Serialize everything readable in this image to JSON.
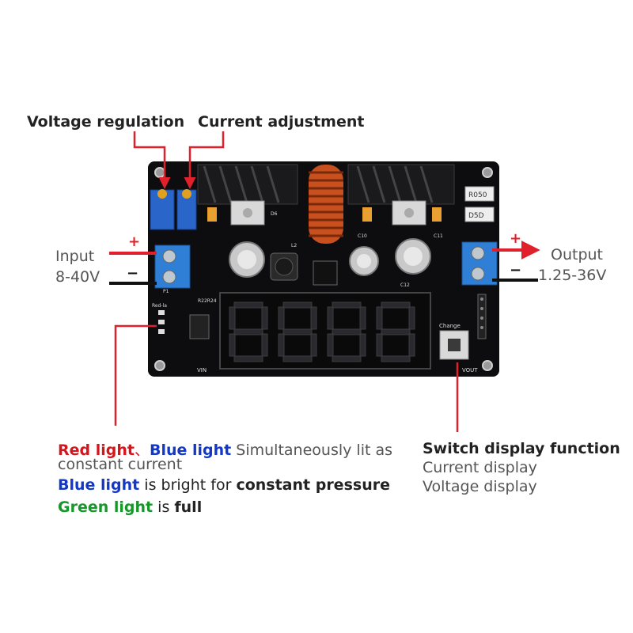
{
  "callouts": {
    "voltage_regulation": "Voltage regulation",
    "current_adjustment": "Current adjustment"
  },
  "input": {
    "label": "Input",
    "range": "8-40V",
    "plus": "+",
    "minus": "−"
  },
  "output": {
    "label": "Output",
    "range": "1.25-36V",
    "plus": "+",
    "minus": "−"
  },
  "legend": {
    "line1_red": "Red light",
    "line1_sep": "、",
    "line1_blue": "Blue light",
    "line1_rest": " Simultaneously lit as",
    "line2": "constant current",
    "line3_blue": "Blue light",
    "line3_mid": " is bright for ",
    "line3_bold": "constant pressure",
    "line4_green": "Green light",
    "line4_mid": " is ",
    "line4_bold": "full"
  },
  "switch": {
    "title": "Switch display function",
    "item1": "Current display",
    "item2": "Voltage display"
  },
  "board": {
    "labels": {
      "r050": "R050",
      "d5d": "D5D",
      "change": "Change",
      "vin": "VIN",
      "vout": "VOUT",
      "p1": "P1",
      "d6": "D6",
      "l2": "L2",
      "c10": "C10",
      "c11": "C11",
      "c12": "C12",
      "r22r24": "R22R24",
      "red_la": "Red-la"
    }
  },
  "colors": {
    "pcb": "#0d0d0f",
    "arrow_red": "#e0202a",
    "arrow_black": "#111111",
    "potentiometer": "#2a66c9",
    "terminal": "#2f7fd6",
    "segment": "#2a2a2e",
    "coil": "#c8501e"
  },
  "icons": [
    "arrow-right-icon",
    "arrow-left-icon",
    "callout-line-icon"
  ]
}
